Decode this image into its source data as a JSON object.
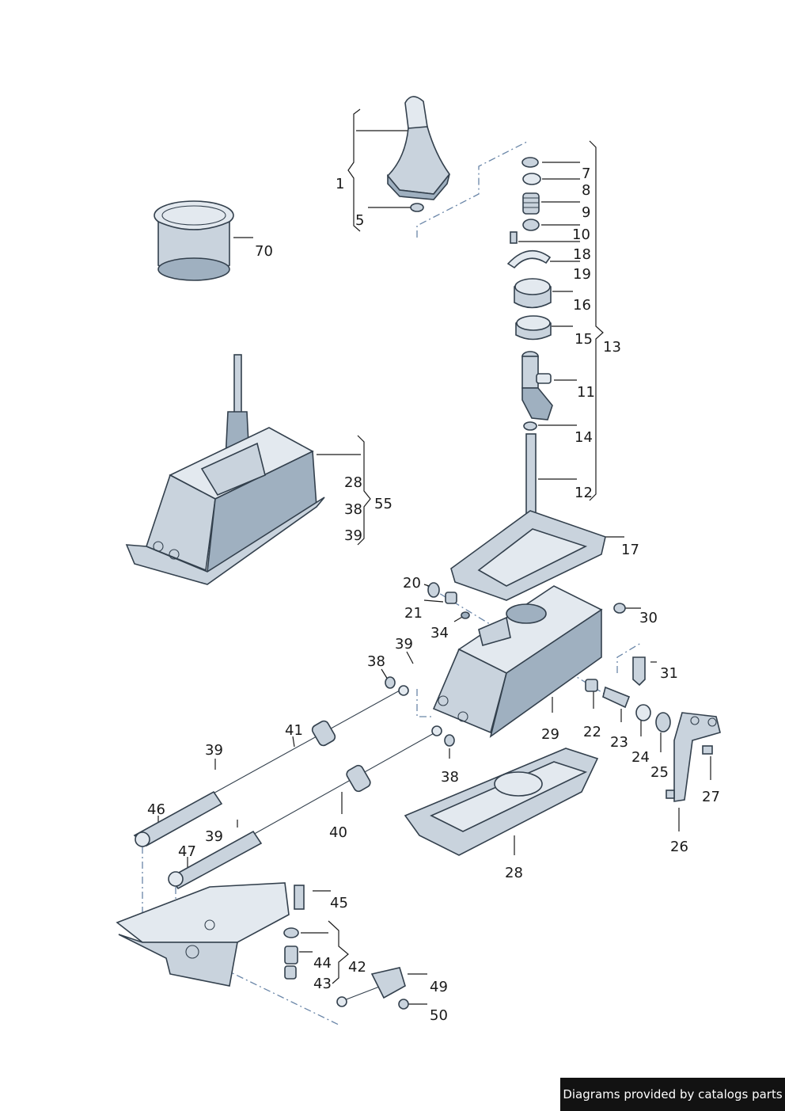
{
  "labels": [
    {
      "id": "1",
      "text": "1"
    },
    {
      "id": "5",
      "text": "5"
    },
    {
      "id": "7",
      "text": "7"
    },
    {
      "id": "8",
      "text": "8"
    },
    {
      "id": "9",
      "text": "9"
    },
    {
      "id": "10",
      "text": "10"
    },
    {
      "id": "18",
      "text": "18"
    },
    {
      "id": "19",
      "text": "19"
    },
    {
      "id": "16",
      "text": "16"
    },
    {
      "id": "15",
      "text": "15"
    },
    {
      "id": "13",
      "text": "13"
    },
    {
      "id": "11",
      "text": "11"
    },
    {
      "id": "14",
      "text": "14"
    },
    {
      "id": "12",
      "text": "12"
    },
    {
      "id": "17",
      "text": "17"
    },
    {
      "id": "70",
      "text": "70"
    },
    {
      "id": "28a",
      "text": "28"
    },
    {
      "id": "38a",
      "text": "38"
    },
    {
      "id": "39a",
      "text": "39"
    },
    {
      "id": "55",
      "text": "55"
    },
    {
      "id": "20",
      "text": "20"
    },
    {
      "id": "21",
      "text": "21"
    },
    {
      "id": "34",
      "text": "34"
    },
    {
      "id": "30",
      "text": "30"
    },
    {
      "id": "39b",
      "text": "39"
    },
    {
      "id": "38b",
      "text": "38"
    },
    {
      "id": "31",
      "text": "31"
    },
    {
      "id": "41",
      "text": "41"
    },
    {
      "id": "29",
      "text": "29"
    },
    {
      "id": "22",
      "text": "22"
    },
    {
      "id": "23",
      "text": "23"
    },
    {
      "id": "24",
      "text": "24"
    },
    {
      "id": "25",
      "text": "25"
    },
    {
      "id": "27",
      "text": "27"
    },
    {
      "id": "39c",
      "text": "39"
    },
    {
      "id": "38c",
      "text": "38"
    },
    {
      "id": "46",
      "text": "46"
    },
    {
      "id": "39d",
      "text": "39"
    },
    {
      "id": "40",
      "text": "40"
    },
    {
      "id": "26",
      "text": "26"
    },
    {
      "id": "47",
      "text": "47"
    },
    {
      "id": "28b",
      "text": "28"
    },
    {
      "id": "45",
      "text": "45"
    },
    {
      "id": "44",
      "text": "44"
    },
    {
      "id": "42",
      "text": "42"
    },
    {
      "id": "43",
      "text": "43"
    },
    {
      "id": "49",
      "text": "49"
    },
    {
      "id": "50",
      "text": "50"
    }
  ],
  "footer": {
    "text": "Diagrams provided by catalogs parts"
  },
  "colors": {
    "part": "#c9d3dd",
    "outline": "#33404d",
    "dash": "#6a86a8",
    "footer_bg": "#121212"
  }
}
